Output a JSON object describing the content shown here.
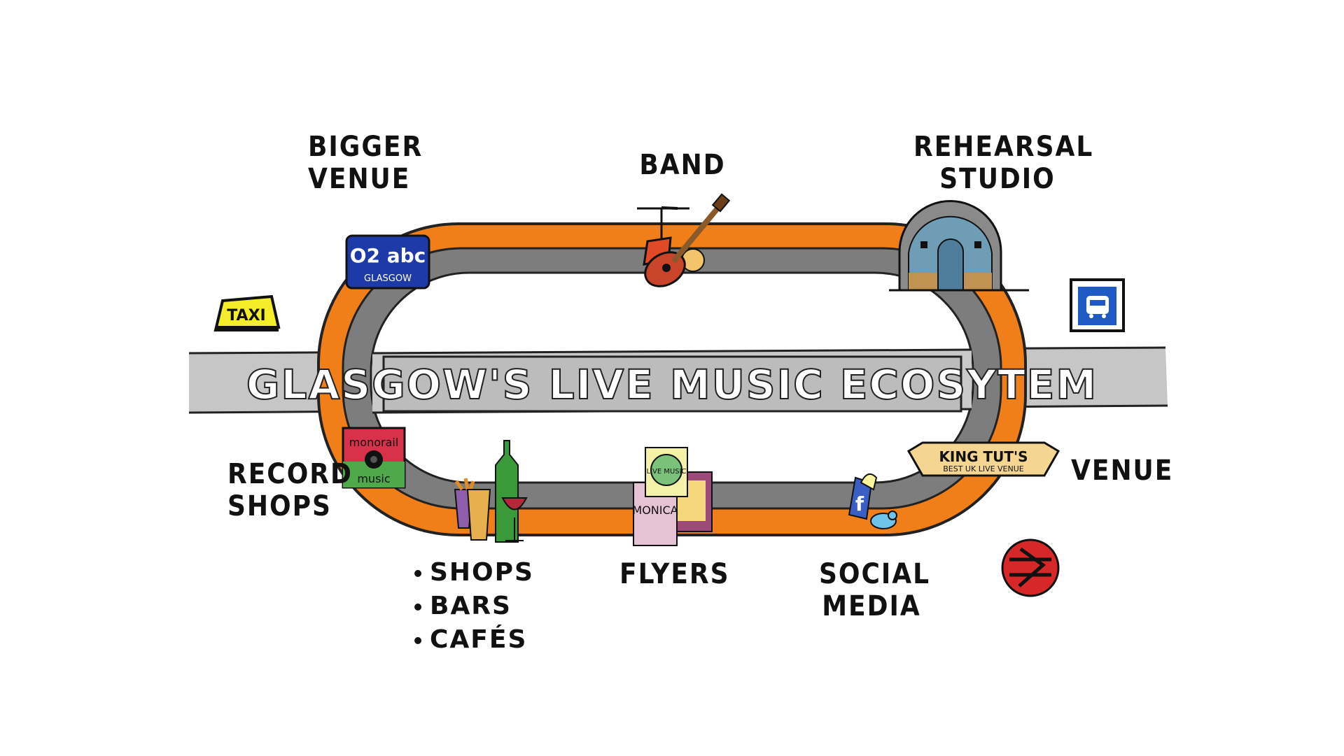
{
  "title": "GLASGOW'S LIVE MUSIC ECOSYTEM",
  "labels": {
    "bigger_venue": [
      "BIGGER",
      "VENUE"
    ],
    "band": "BAND",
    "rehearsal_studio": [
      "REHEARSAL",
      "STUDIO"
    ],
    "record_shops": [
      "RECORD",
      "SHOPS"
    ],
    "venue": "VENUE",
    "flyers": "FLYERS",
    "social_media": [
      "SOCIAL",
      "MEDIA"
    ],
    "shops_bars_cafes": [
      "SHOPS",
      "BARS",
      "CAFÉS"
    ]
  },
  "icons": {
    "taxi": "TAXI",
    "o2_abc": {
      "logo": "O2 abc",
      "city": "GLASGOW"
    },
    "monorail": {
      "top": "monorail",
      "bottom": "music"
    },
    "king_tuts": {
      "name": "KING TUT'S",
      "tagline": "BEST UK LIVE VENUE"
    },
    "flyer_live_music": "LIVE MUSIC",
    "flyer_monica": "MONICA",
    "facebook": "f"
  },
  "colors": {
    "track_orange": "#f07f1a",
    "track_gray": "#7d7d7d",
    "road_gray": "#c9c9c9",
    "o2_blue": "#1e3aa8",
    "taxi_yellow": "#f4ee2a",
    "bus_blue": "#1f5ac4",
    "rail_red": "#d62828",
    "monorail_red": "#d8314a",
    "monorail_green": "#4fa84a"
  }
}
